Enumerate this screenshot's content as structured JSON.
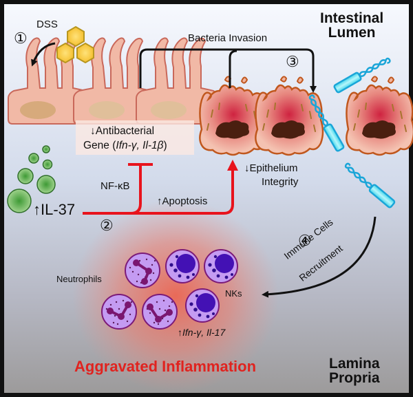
{
  "regions": {
    "lumen": [
      "Intestinal",
      "Lumen"
    ],
    "lamina": [
      "Lamina",
      "Propria"
    ]
  },
  "steps": {
    "s1": "①",
    "s2": "②",
    "s3": "③",
    "s4": "④"
  },
  "labels": {
    "dss": "DSS",
    "bacteria_invasion": "Bacteria Invasion",
    "antibacterial_line1": "↓Antibacterial",
    "antibacterial_line2_prefix": "Gene (",
    "antibacterial_genes": "Ifn-γ, Il-1β",
    "antibacterial_line2_suffix": ")",
    "nfkb": "NF-κB",
    "il37": "↑IL-37",
    "apoptosis": "↑Apoptosis",
    "epithelium_line1": "↓Epithelium",
    "epithelium_line2": "Integrity",
    "immune_line1": "Immune Cells",
    "immune_line2": "Recruitment",
    "neutrophils": "Neutrophils",
    "nks": "NKs",
    "cytokines_arrow": "↑",
    "cytokines": "Ifn-γ, Il-17",
    "aggravated": "Aggravated Inflammation"
  },
  "colors": {
    "frame": "#111111",
    "bg_top": "#f7f9fe",
    "bg_mid": "#c8d0e2",
    "bg_bottom": "#9c9a9a",
    "cell_fill": "#f1b9a6",
    "cell_stroke": "#c9685a",
    "nucleus": "#d7aa7c",
    "damaged_stroke": "#c0571d",
    "damaged_core": "#c8293a",
    "damage_spot": "#4a1f10",
    "il37_green": "#4fa044",
    "dss_fill": "#f8c93a",
    "dss_stroke": "#b7961f",
    "bacteria": "#1aa5d8",
    "bacteria_fill": "#5fe2ef",
    "pathway_red": "#e8131c",
    "immune_fill": "#c49bf2",
    "immune_stroke": "#7b1a78",
    "neutrophil_nucleus": "#7a1670",
    "nk_nucleus": "#4311b4",
    "inflammation_glow": "#f2664f",
    "aggravated_text": "#e0231f"
  }
}
